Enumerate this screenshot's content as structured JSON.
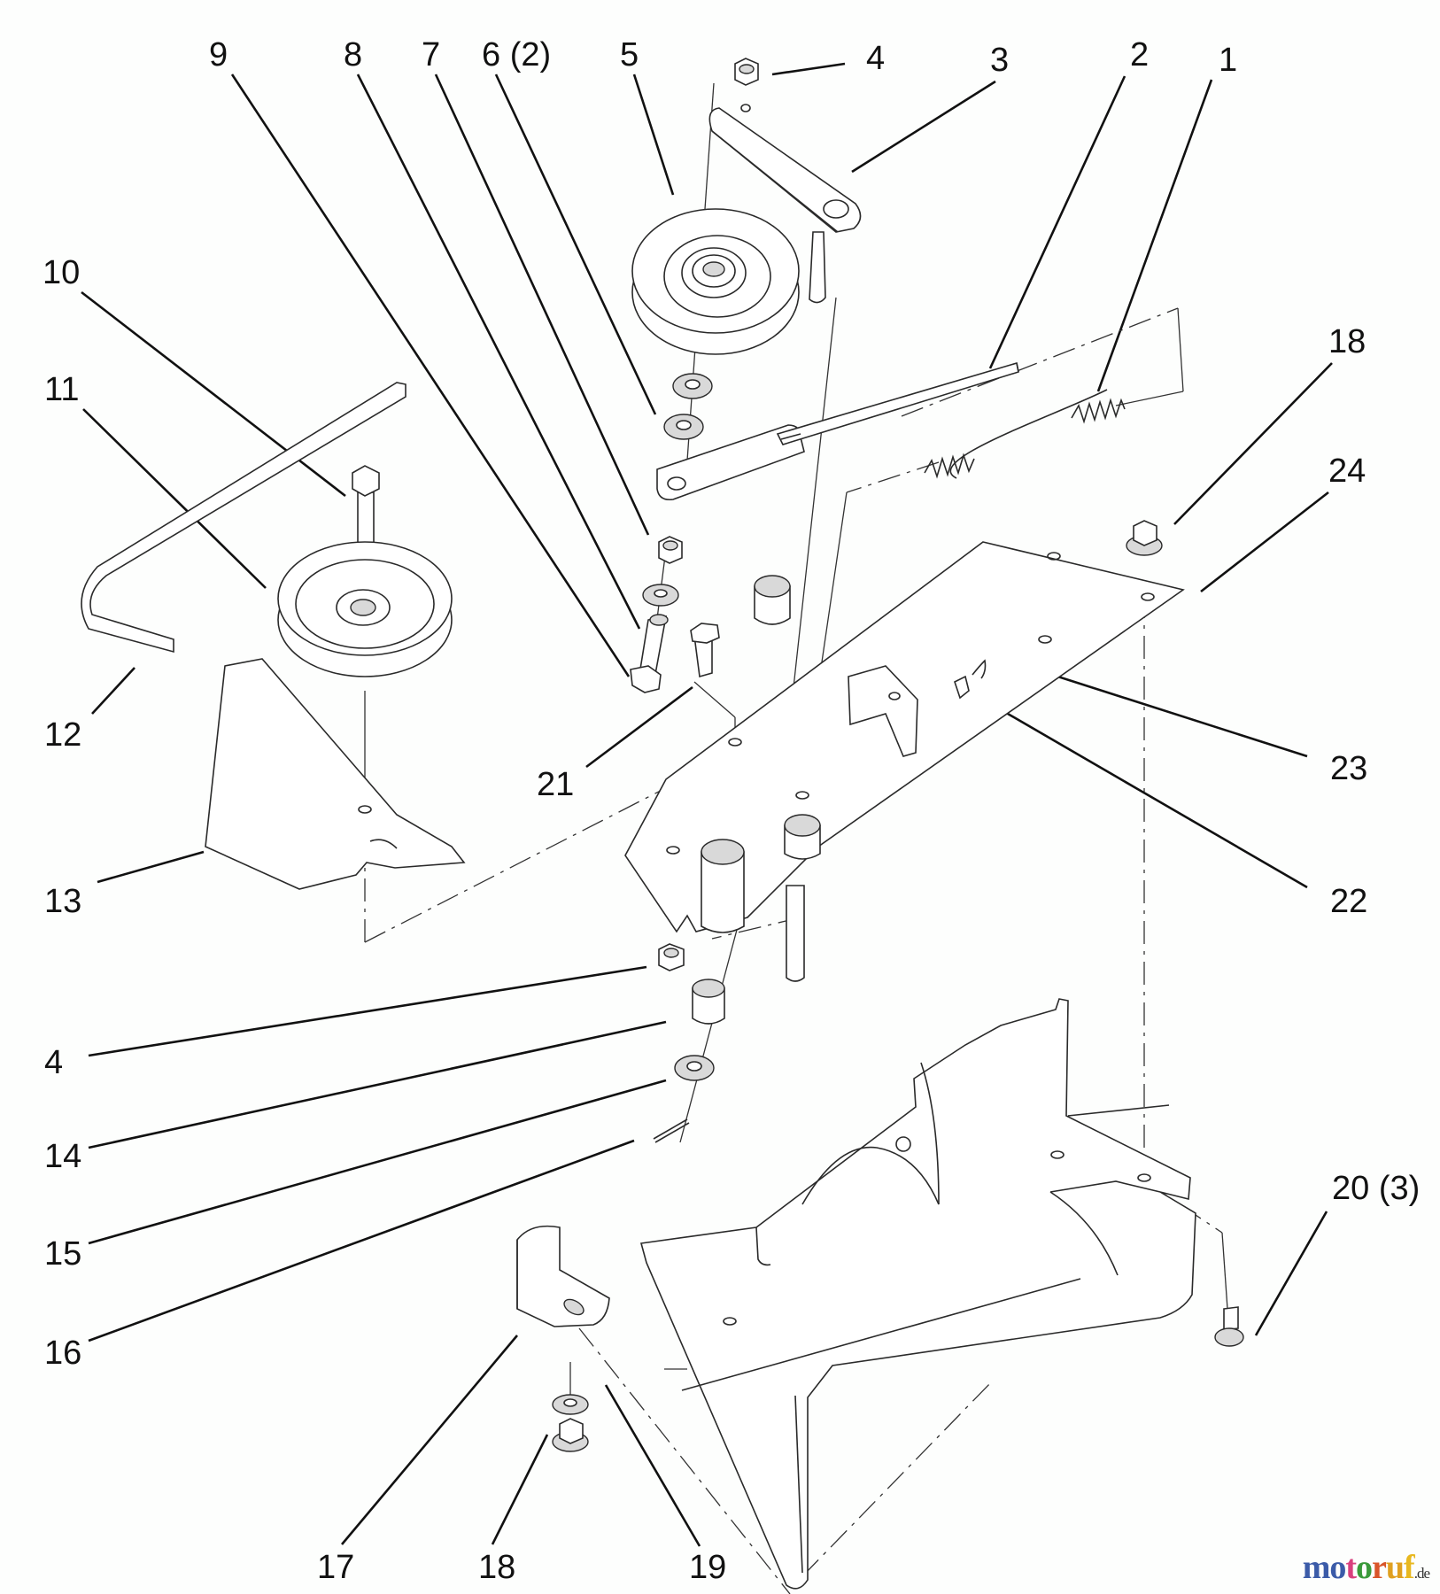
{
  "diagram": {
    "title": "Exploded parts diagram – idler pulley / belt guard assembly",
    "callouts": [
      {
        "id": "c9",
        "text": "9"
      },
      {
        "id": "c8",
        "text": "8"
      },
      {
        "id": "c7",
        "text": "7"
      },
      {
        "id": "c6",
        "text": "6 (2)"
      },
      {
        "id": "c5",
        "text": "5"
      },
      {
        "id": "c4a",
        "text": "4"
      },
      {
        "id": "c3",
        "text": "3"
      },
      {
        "id": "c2",
        "text": "2"
      },
      {
        "id": "c1",
        "text": "1"
      },
      {
        "id": "c10",
        "text": "10"
      },
      {
        "id": "c11",
        "text": "11"
      },
      {
        "id": "c18a",
        "text": "18"
      },
      {
        "id": "c24",
        "text": "24"
      },
      {
        "id": "c12",
        "text": "12"
      },
      {
        "id": "c21",
        "text": "21"
      },
      {
        "id": "c23",
        "text": "23"
      },
      {
        "id": "c13",
        "text": "13"
      },
      {
        "id": "c22",
        "text": "22"
      },
      {
        "id": "c4b",
        "text": "4"
      },
      {
        "id": "c14",
        "text": "14"
      },
      {
        "id": "c15",
        "text": "15"
      },
      {
        "id": "c16",
        "text": "16"
      },
      {
        "id": "c20",
        "text": "20 (3)"
      },
      {
        "id": "c17",
        "text": "17"
      },
      {
        "id": "c18b",
        "text": "18"
      },
      {
        "id": "c19",
        "text": "19"
      }
    ]
  },
  "watermark": {
    "letters": [
      {
        "ch": "m",
        "color": "#3b5ba8"
      },
      {
        "ch": "o",
        "color": "#3b5ba8"
      },
      {
        "ch": "t",
        "color": "#d9407e"
      },
      {
        "ch": "o",
        "color": "#3a9a3a"
      },
      {
        "ch": "r",
        "color": "#d9552a"
      },
      {
        "ch": "u",
        "color": "#e0a020"
      },
      {
        "ch": "f",
        "color": "#e8b820"
      }
    ],
    "tld": ".de"
  }
}
